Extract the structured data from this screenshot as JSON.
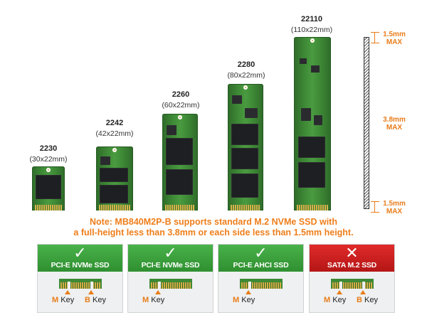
{
  "ssds": [
    {
      "code": "2230",
      "dim": "(30x22mm)"
    },
    {
      "code": "2242",
      "dim": "(42x22mm)"
    },
    {
      "code": "2260",
      "dim": "(60x22mm)"
    },
    {
      "code": "2280",
      "dim": "(80x22mm)"
    },
    {
      "code": "22110",
      "dim": "(110x22mm)"
    }
  ],
  "thickness": {
    "top": {
      "value": "1.5mm",
      "suffix": "MAX"
    },
    "middle": {
      "value": "3.8mm",
      "suffix": "MAX"
    },
    "bottom": {
      "value": "1.5mm",
      "suffix": "MAX"
    }
  },
  "note": {
    "line1": "Note: MB840M2P-B supports standard M.2 NVMe SSD with",
    "line2": "a full-height less than 3.8mm or each side less than 1.5mm height."
  },
  "cards": [
    {
      "mark": "✓",
      "status": "supported",
      "type": "PCI-E NVMe SSD",
      "key1": "M",
      "key2": "B",
      "key_word": "Key"
    },
    {
      "mark": "✓",
      "status": "supported",
      "type": "PCI-E NVMe SSD",
      "key1": "M",
      "key_word": "Key"
    },
    {
      "mark": "✓",
      "status": "supported",
      "type": "PCI-E AHCI SSD",
      "key1": "M",
      "key_word": "Key"
    },
    {
      "mark": "✕",
      "status": "unsupported",
      "type": "SATA M.2 SSD",
      "key1": "M",
      "key2": "B",
      "key_word": "Key"
    }
  ],
  "colors": {
    "accent_orange": "#ee7e1b",
    "ok_green": "#3a9f3b",
    "bad_red": "#d42020",
    "pcb_green": "#3e8a36"
  }
}
